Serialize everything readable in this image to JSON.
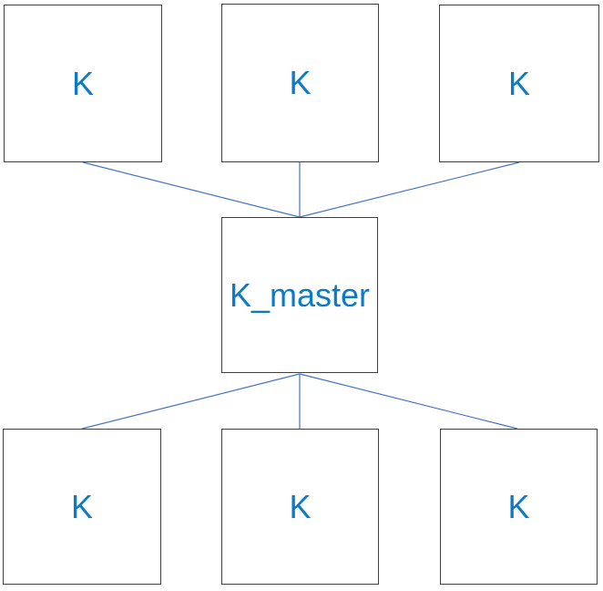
{
  "diagram": {
    "type": "tree",
    "nodes": [
      {
        "id": "top-left",
        "label": "K"
      },
      {
        "id": "top-middle",
        "label": "K"
      },
      {
        "id": "top-right",
        "label": "K"
      },
      {
        "id": "master",
        "label": "K_master"
      },
      {
        "id": "bottom-left",
        "label": "K"
      },
      {
        "id": "bottom-middle",
        "label": "K"
      },
      {
        "id": "bottom-right",
        "label": "K"
      }
    ],
    "edges": [
      {
        "from": "top-left",
        "to": "master"
      },
      {
        "from": "top-middle",
        "to": "master"
      },
      {
        "from": "top-right",
        "to": "master"
      },
      {
        "from": "master",
        "to": "bottom-left"
      },
      {
        "from": "master",
        "to": "bottom-middle"
      },
      {
        "from": "master",
        "to": "bottom-right"
      }
    ],
    "colors": {
      "label": "#0c7bc4",
      "connector": "#4472C4",
      "node_border": "#3f3f3f",
      "node_fill": "#ffffff",
      "background": "#ffffff"
    }
  }
}
